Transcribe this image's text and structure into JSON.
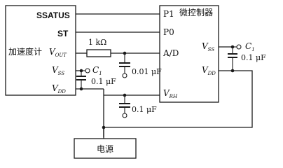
{
  "accelerometer": {
    "name": "加速度计",
    "pins": {
      "ssatus": "SSATUS",
      "st": "ST",
      "vout": "V",
      "vout_sub": "OUT",
      "vss": "V",
      "vss_sub": "SS",
      "vdd": "V",
      "vdd_sub": "DD"
    }
  },
  "mcu": {
    "name": "微控制器",
    "pins": {
      "p1": "P1",
      "p0": "P0",
      "ad": "A/D",
      "vss": "V",
      "vss_sub": "SS",
      "vdd": "V",
      "vdd_sub": "DD",
      "vrh": "V",
      "vrh_sub": "RH"
    }
  },
  "components": {
    "resistor_value": "1 kΩ",
    "cap_ad_value": "0.01 μF",
    "cap_left_label": "C",
    "cap_left_sub": "1",
    "cap_left_value": "0.1 μF",
    "cap_mid_value": "0.1 μF",
    "cap_right_label": "C",
    "cap_right_sub": "1",
    "cap_right_value": "0.1 μF"
  },
  "power": {
    "label": "电源"
  }
}
